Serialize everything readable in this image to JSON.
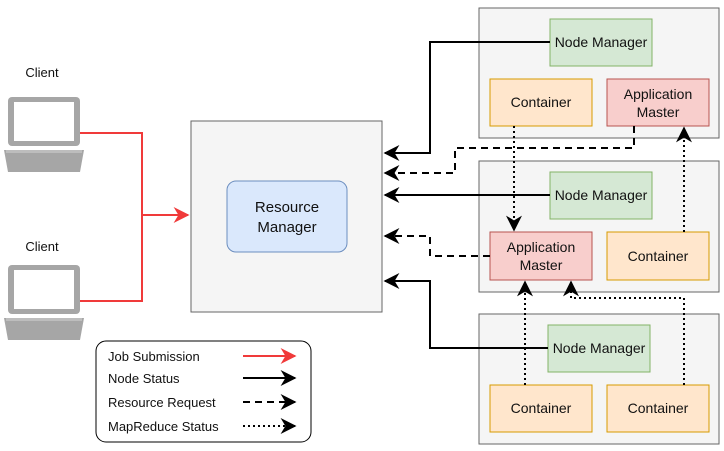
{
  "clients": [
    {
      "label": "Client"
    },
    {
      "label": "Client"
    }
  ],
  "resource_manager": {
    "line1": "Resource",
    "line2": "Manager"
  },
  "node_manager_label": "Node Manager",
  "container_label": "Container",
  "application_master": {
    "line1": "Application",
    "line2": "Master"
  },
  "legend": {
    "items": [
      {
        "label": "Job Submission"
      },
      {
        "label": "Node Status"
      },
      {
        "label": "Resource Request"
      },
      {
        "label": "MapReduce Status"
      }
    ]
  },
  "colors": {
    "job_submission": "#f03a3a",
    "node_status": "#000000",
    "rm_fill": "#dae8fc",
    "rm_stroke": "#6c8ebf",
    "nm_fill": "#d5e8d4",
    "nm_stroke": "#82b366",
    "container_fill": "#ffe6cc",
    "container_stroke": "#d79b00",
    "am_fill": "#f8cecc",
    "am_stroke": "#b85450",
    "panel_fill": "#f5f5f5",
    "panel_stroke": "#666666"
  }
}
